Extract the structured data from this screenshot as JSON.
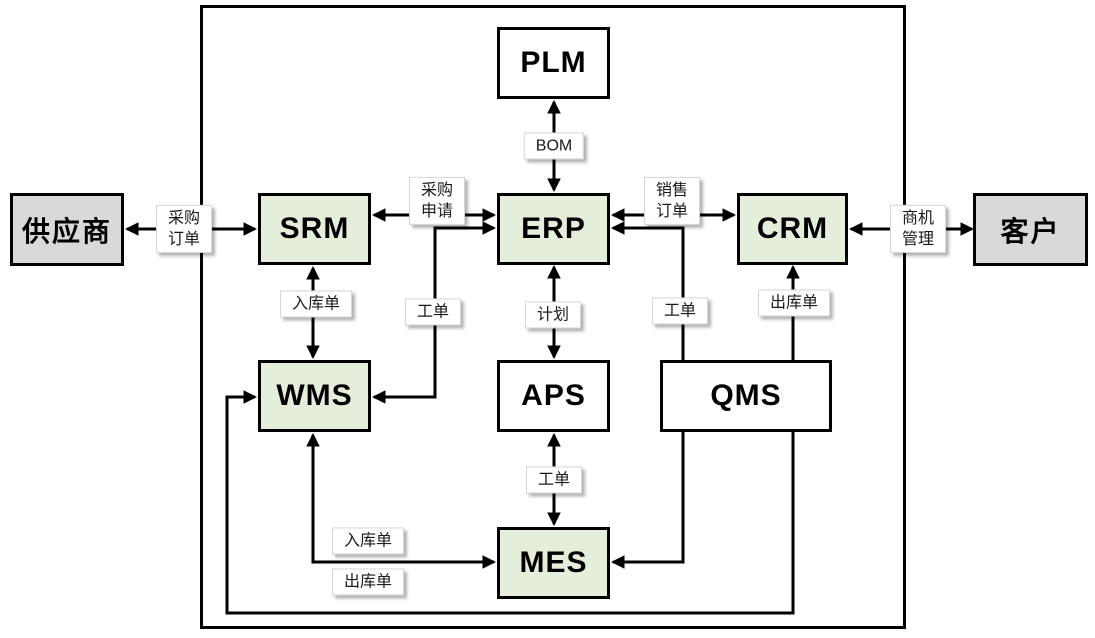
{
  "colors": {
    "node_green": "#e5eeda",
    "node_gray": "#d9d9d9",
    "node_white": "#ffffff",
    "line_black": "#000000",
    "label_bg": "#ffffff"
  },
  "nodes": {
    "supplier": {
      "label": "供应商"
    },
    "customer": {
      "label": "客户"
    },
    "plm": {
      "label": "PLM"
    },
    "srm": {
      "label": "SRM"
    },
    "erp": {
      "label": "ERP"
    },
    "crm": {
      "label": "CRM"
    },
    "wms": {
      "label": "WMS"
    },
    "aps": {
      "label": "APS"
    },
    "qms": {
      "label": "QMS"
    },
    "mes": {
      "label": "MES"
    }
  },
  "edge_labels": {
    "bom": {
      "text": "BOM"
    },
    "purchase_order": {
      "text": "采购\n订单"
    },
    "purchase_request": {
      "text": "采购\n申请"
    },
    "sales_order": {
      "text": "销售\n订单"
    },
    "opportunity": {
      "text": "商机\n管理"
    },
    "inbound_srm": {
      "text": "入库单"
    },
    "workorder_wms": {
      "text": "工单"
    },
    "plan": {
      "text": "计划"
    },
    "workorder_qms": {
      "text": "工单"
    },
    "outbound_crm": {
      "text": "出库单"
    },
    "workorder_mes": {
      "text": "工单"
    },
    "inbound_mes": {
      "text": "入库单"
    },
    "outbound_mes": {
      "text": "出库单"
    }
  },
  "edges": [
    {
      "from": "供应商",
      "to": "SRM",
      "label": "采购订单",
      "bidirectional": true
    },
    {
      "from": "SRM",
      "to": "ERP",
      "label": "采购申请",
      "bidirectional": true
    },
    {
      "from": "ERP",
      "to": "CRM",
      "label": "销售订单",
      "bidirectional": true
    },
    {
      "from": "CRM",
      "to": "客户",
      "label": "商机管理",
      "bidirectional": true
    },
    {
      "from": "PLM",
      "to": "ERP",
      "label": "BOM",
      "bidirectional": true
    },
    {
      "from": "SRM",
      "to": "WMS",
      "label": "入库单",
      "bidirectional": true
    },
    {
      "from": "ERP",
      "to": "WMS",
      "label": "工单",
      "bidirectional": true
    },
    {
      "from": "ERP",
      "to": "APS",
      "label": "计划",
      "bidirectional": true
    },
    {
      "from": "ERP",
      "to": "MES",
      "label": "工单",
      "bidirectional": true
    },
    {
      "from": "CRM",
      "to": "WMS",
      "label": "出库单",
      "bidirectional": true
    },
    {
      "from": "APS",
      "to": "MES",
      "label": "工单",
      "bidirectional": true
    },
    {
      "from": "WMS",
      "to": "MES",
      "label": "入库单 / 出库单",
      "bidirectional": true
    }
  ]
}
